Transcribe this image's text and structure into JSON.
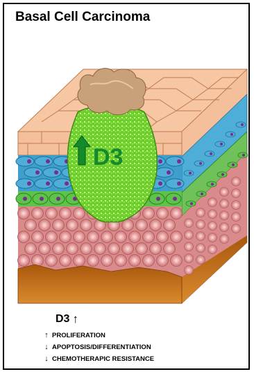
{
  "title": "Basal Cell Carcinoma",
  "tumor_label": "D3",
  "tumor_arrow": "up-arrow-icon",
  "legend": {
    "heading": "D3",
    "heading_arrow": "↑",
    "items": [
      {
        "arrow": "↑",
        "direction": "up",
        "text": "PROLIFERATION"
      },
      {
        "arrow": "↓",
        "direction": "down",
        "text": "APOPTOSIS/DIFFERENTIATION"
      },
      {
        "arrow": "↓",
        "direction": "down",
        "text": "CHEMOTHERAPIC RESISTANCE"
      }
    ]
  },
  "colors": {
    "stratum_corneum": "#f6c7a2",
    "spinous_layer": "#4faed8",
    "basal_layer": "#5ec34a",
    "nuclei": "#7b2a92",
    "dermis": "#d98a8a",
    "subcutis": "#c0701a",
    "tumor": "#6ecf2b",
    "tumor_crust": "#c8a07a"
  }
}
